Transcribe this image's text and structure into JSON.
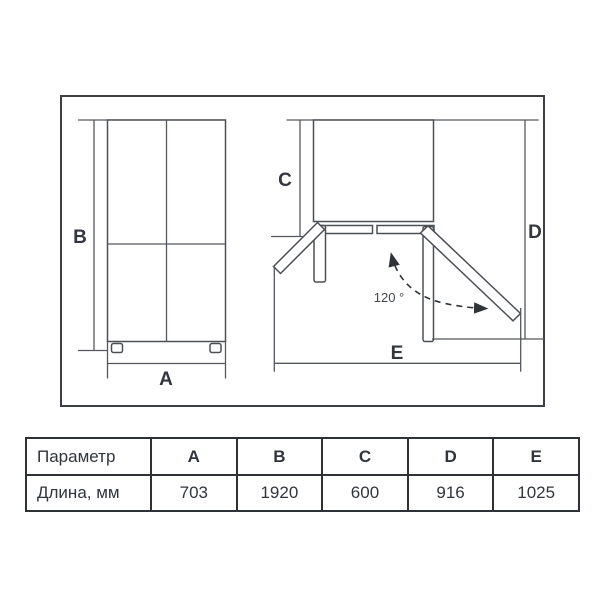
{
  "diagram": {
    "labels": {
      "A": "A",
      "B": "B",
      "C": "C",
      "D": "D",
      "E": "E",
      "angle": "120 °"
    }
  },
  "table": {
    "headers": [
      "Параметр",
      "A",
      "B",
      "C",
      "D",
      "E"
    ],
    "rows": [
      [
        "Длина, мм",
        "703",
        "1920",
        "600",
        "916",
        "1025"
      ]
    ]
  },
  "colors": {
    "diagram_line": "#4c5056",
    "frame_border": "#3c3f44",
    "table_border": "#2e3237",
    "text": "#31353c"
  }
}
